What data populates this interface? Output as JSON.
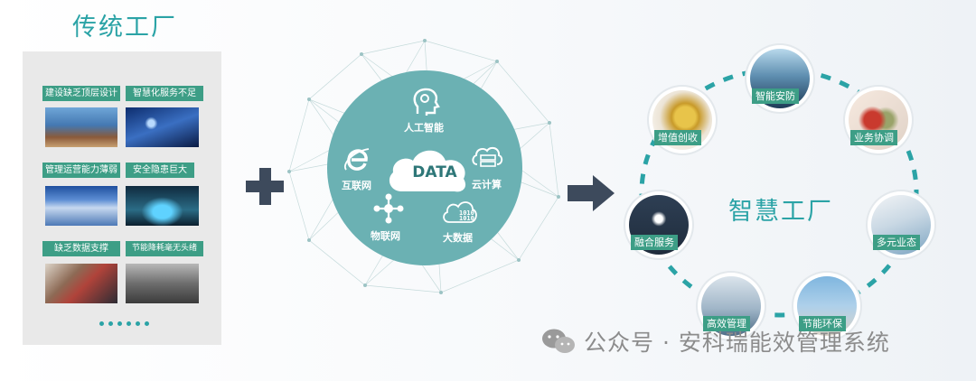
{
  "left": {
    "title": "传统工厂",
    "items": [
      {
        "label": "建设缺乏顶层设计"
      },
      {
        "label": "智慧化服务不足"
      },
      {
        "label": "管理运营能力薄弱"
      },
      {
        "label": "安全隐患巨大"
      },
      {
        "label": "缺乏数据支撑"
      },
      {
        "label": "节能降耗毫无头绪"
      }
    ]
  },
  "center": {
    "core": "DATA",
    "nodes": [
      {
        "label": "人工智能",
        "icon": "ai-head-icon"
      },
      {
        "label": "互联网",
        "icon": "internet-e-icon"
      },
      {
        "label": "云计算",
        "icon": "cloud-server-icon"
      },
      {
        "label": "物联网",
        "icon": "iot-network-icon"
      },
      {
        "label": "大数据",
        "icon": "big-data-cloud-icon"
      }
    ]
  },
  "right": {
    "title": "智慧工厂",
    "items": [
      {
        "label": "增值创收"
      },
      {
        "label": "智能安防"
      },
      {
        "label": "业务协调"
      },
      {
        "label": "多元业态"
      },
      {
        "label": "节能环保"
      },
      {
        "label": "高效管理"
      },
      {
        "label": "融合服务"
      }
    ]
  },
  "watermark": {
    "text": "公众号 · 安科瑞能效管理系统"
  },
  "colors": {
    "teal": "#2ba3a6",
    "green_tag": "#3d9e86",
    "circle": "#6bb1b3",
    "dark": "#3d4a5c"
  }
}
